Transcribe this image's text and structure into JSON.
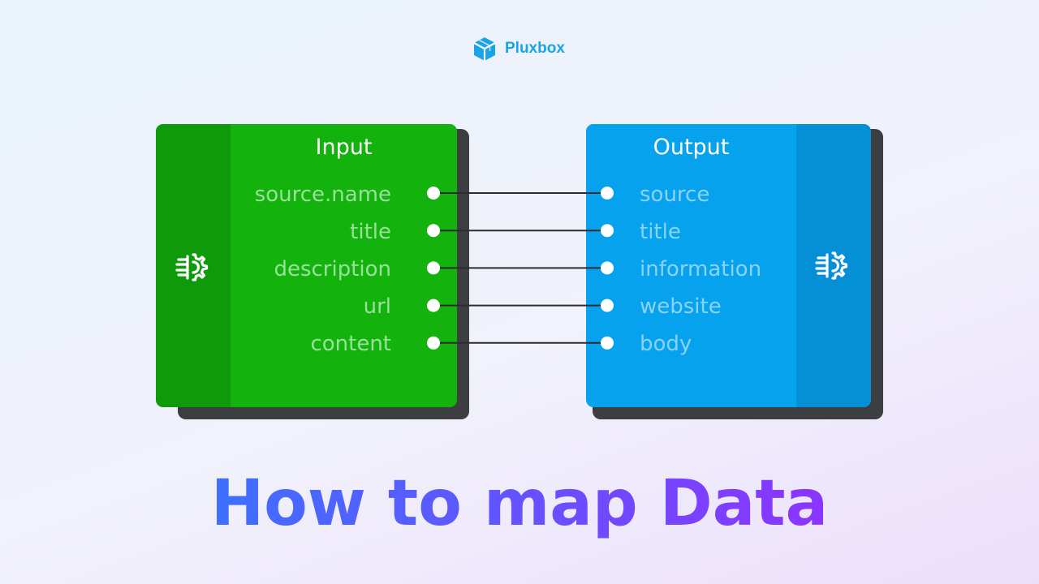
{
  "brand": {
    "name": "Pluxbox",
    "icon": "cube-icon"
  },
  "colors": {
    "brand": "#1aa3e6",
    "input_main": "#13b20d",
    "input_strip": "#0f9a0c",
    "input_text": "#99e09b",
    "output_main": "#07a2ee",
    "output_strip": "#048fd7",
    "output_text": "#8ad3f8",
    "title_gradient": [
      "#3f6fff",
      "#8a35ff"
    ]
  },
  "input_panel": {
    "title": "Input",
    "icon": "gear-icon",
    "fields": [
      "source.name",
      "title",
      "description",
      "url",
      "content"
    ]
  },
  "output_panel": {
    "title": "Output",
    "icon": "gear-icon",
    "fields": [
      "source",
      "title",
      "information",
      "website",
      "body"
    ]
  },
  "mappings": [
    [
      0,
      0
    ],
    [
      1,
      1
    ],
    [
      2,
      2
    ],
    [
      3,
      3
    ],
    [
      4,
      4
    ]
  ],
  "title": "How to map Data"
}
